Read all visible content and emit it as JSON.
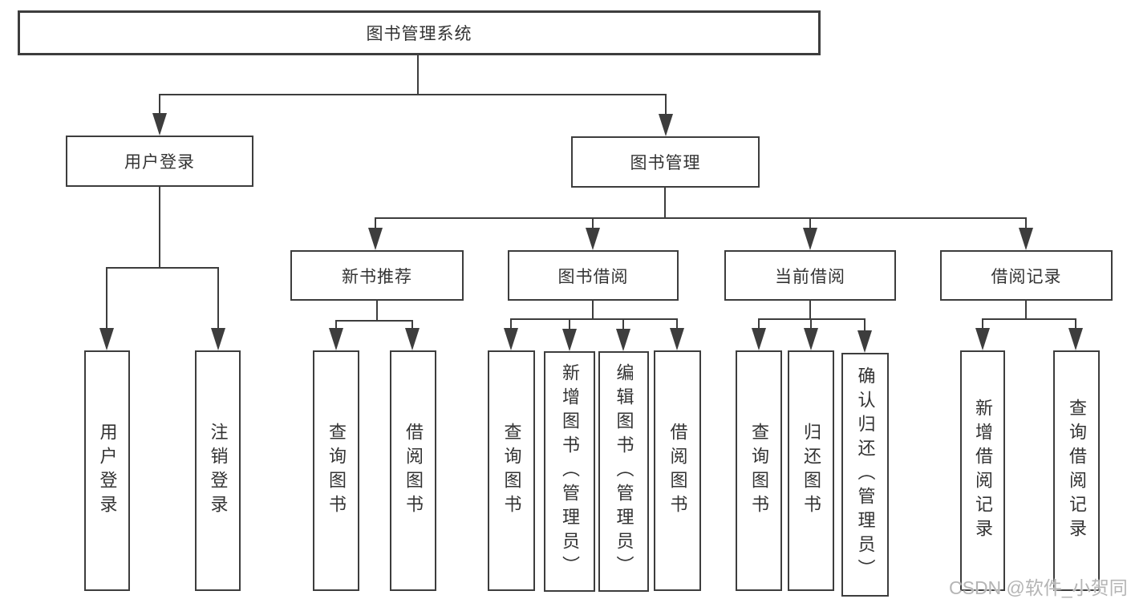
{
  "colors": {
    "line": "#3d3d3d",
    "text": "#333333",
    "watermark": "#b5b5b5"
  },
  "tree": {
    "root": "图书管理系统",
    "level1": [
      "用户登录",
      "图书管理"
    ],
    "level2": [
      "新书推荐",
      "图书借阅",
      "当前借阅",
      "借阅记录"
    ],
    "leaves": {
      "user_login": [
        "用户登录",
        "注销登录"
      ],
      "new_book": [
        "查询图书",
        "借阅图书"
      ],
      "book_borrow": [
        "查询图书",
        "新增图书（管理员）",
        "编辑图书（管理员）",
        "借阅图书"
      ],
      "current_borrow": [
        "查询图书",
        "归还图书",
        "确认归还（管理员）"
      ],
      "borrow_records": [
        "新增借阅记录",
        "查询借阅记录"
      ]
    }
  },
  "watermark": {
    "text": "CSDN @软件_小贺同学"
  }
}
